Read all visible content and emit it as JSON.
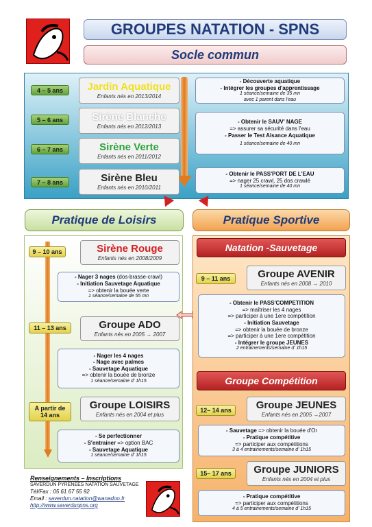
{
  "header": {
    "title": "GROUPES NATATION - SPNS",
    "subtitle": "Socle commun"
  },
  "socle": [
    {
      "age": "4 – 5 ans",
      "name": "Jardin Aquatique",
      "name_color": "#f0e020",
      "born": "Enfants nés en 2013/2014"
    },
    {
      "age": "5 – 6 ans",
      "name": "Sirène Blanche",
      "name_color": "#ffffff",
      "born": "Enfants nés en 2012/2013"
    },
    {
      "age": "6 – 7 ans",
      "name": "Sirène Verte",
      "name_color": "#2ca33c",
      "born": "Enfants nés en 2011/2012"
    },
    {
      "age": "7 – 8 ans",
      "name": "Sirène Bleu",
      "name_color": "#222222",
      "born": "Enfants nés en 2010/2011"
    }
  ],
  "socle_info": [
    {
      "l1": "- Découverte aquatique",
      "l2": "- Intégrer les groupes d'apprentissage",
      "l3": "1 séance/semaine de 35 mn",
      "l4": "avec 1 parent dans l'eau"
    },
    {
      "l1": "- Obtenir le SAUV' NAGE",
      "l2": "=> assurer sa sécurité dans l'eau",
      "l3": "- Passer le Test Aisance Aquatique",
      "l4": "1 séance/semaine de 40 mn"
    },
    {
      "l1": "- Obtenir le PASS'PORT DE L'EAU",
      "l2": "=> nager 25 crawl, 25 dos crawlé",
      "l3": "1 séance/semaine de 40 mn"
    }
  ],
  "loisirs": {
    "header": "Pratique de Loisirs",
    "g1": {
      "age": "9 – 10 ans",
      "name": "Sirène Rouge",
      "born": "Enfants nés en 2008/2009"
    },
    "i1": {
      "l1b": "- Nager 3 nages",
      "l1": " (dos-brasse-crawl)",
      "l2": "- Initiation Sauvetage Aquatique",
      "l3": "=> obtenir la bouée verte",
      "l4": "1 séance/semaine de 55 mn"
    },
    "g2": {
      "age": "11 – 13 ans",
      "name": "Groupe ADO",
      "born": "Enfants nés en 2005 → 2007"
    },
    "i2": {
      "l1": "- Nager les 4 nages",
      "l2": "- Nage avec palmes",
      "l3": "- Sauvetage Aquatique",
      "l4": "=> obtenir la bouée de bronze",
      "l5": "1 séance/semaine d' 1h15"
    },
    "g3": {
      "age1": "A partir de",
      "age2": "14 ans",
      "name": "Groupe LOISIRS",
      "born": "Enfants nés en 2004 et plus"
    },
    "i3": {
      "l1": "- Se perfectionner",
      "l2b": "- S'entrainer",
      "l2": " => option BAC",
      "l3": "- Sauvetage Aquatique",
      "l4": "1 séance/semaine d' 1h15"
    }
  },
  "sportive": {
    "header": "Pratique Sportive",
    "sec1": "Natation -Sauvetage",
    "g1": {
      "age": "9 – 11 ans",
      "name": "Groupe AVENIR",
      "born": "Enfants nés en 2008 → 2010"
    },
    "i1": {
      "l1": "- Obtenir le PASS'COMPETITION",
      "l2": "=> maîtriser les 4 nages",
      "l3": "=> participer à une 1ere compétition",
      "l4": "- Initiation Sauvetage",
      "l5": "=> obtenir la bouée de bronze",
      "l6": "=> participer à une 1ere compétition",
      "l7": "- Intégrer le groupe JEUNES",
      "l8": "2 entrainements/semaine d' 1h15"
    },
    "sec2": "Groupe Compétition",
    "g2": {
      "age": "12– 14 ans",
      "name": "Groupe JEUNES",
      "born": "Enfants nés en 2005 →2007"
    },
    "i2": {
      "l1b": "- Sauvetage",
      "l1": " => obtenir la bouée d'Or",
      "l2": "- Pratique compétitive",
      "l3": "=> participer aux compétitions",
      "l4": "3 à 4 entrainements/semaine d' 1h15"
    },
    "g3": {
      "age": "15– 17 ans",
      "name": "Groupe JUNIORS",
      "born": "Enfants nés en 2004 et plus"
    },
    "i3": {
      "l1": "- Pratique compétitive",
      "l2": "=> participer aux compétitions",
      "l3": "4 à 5 entrainements/semaine d' 1h15"
    }
  },
  "contact": {
    "title": "Renseignements – Inscriptions",
    "org": "SAVERDUN PYRENEES NATATION SAUVETAGE",
    "tel": "Tél/Fax : 05 61 67 55 92",
    "email_label": "Email : ",
    "email": "saverdun.natation@wanadoo.fr",
    "web": "http://www.saverdunpns.org"
  },
  "colors": {
    "accent_red": "#c0392b",
    "accent_blue": "#1f3b7a"
  }
}
